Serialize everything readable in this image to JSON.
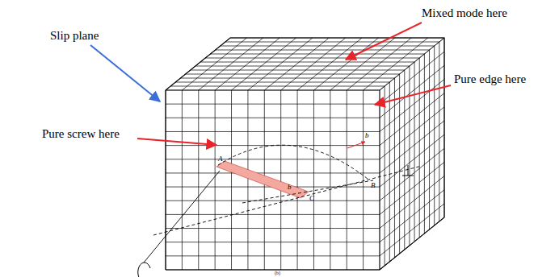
{
  "diagram": {
    "labels": [
      "Mixed mode here",
      "Slip plane",
      "Pure edge here",
      "Pure screw here",
      "A",
      "b",
      "C",
      "b",
      "B",
      "(b)"
    ]
  }
}
